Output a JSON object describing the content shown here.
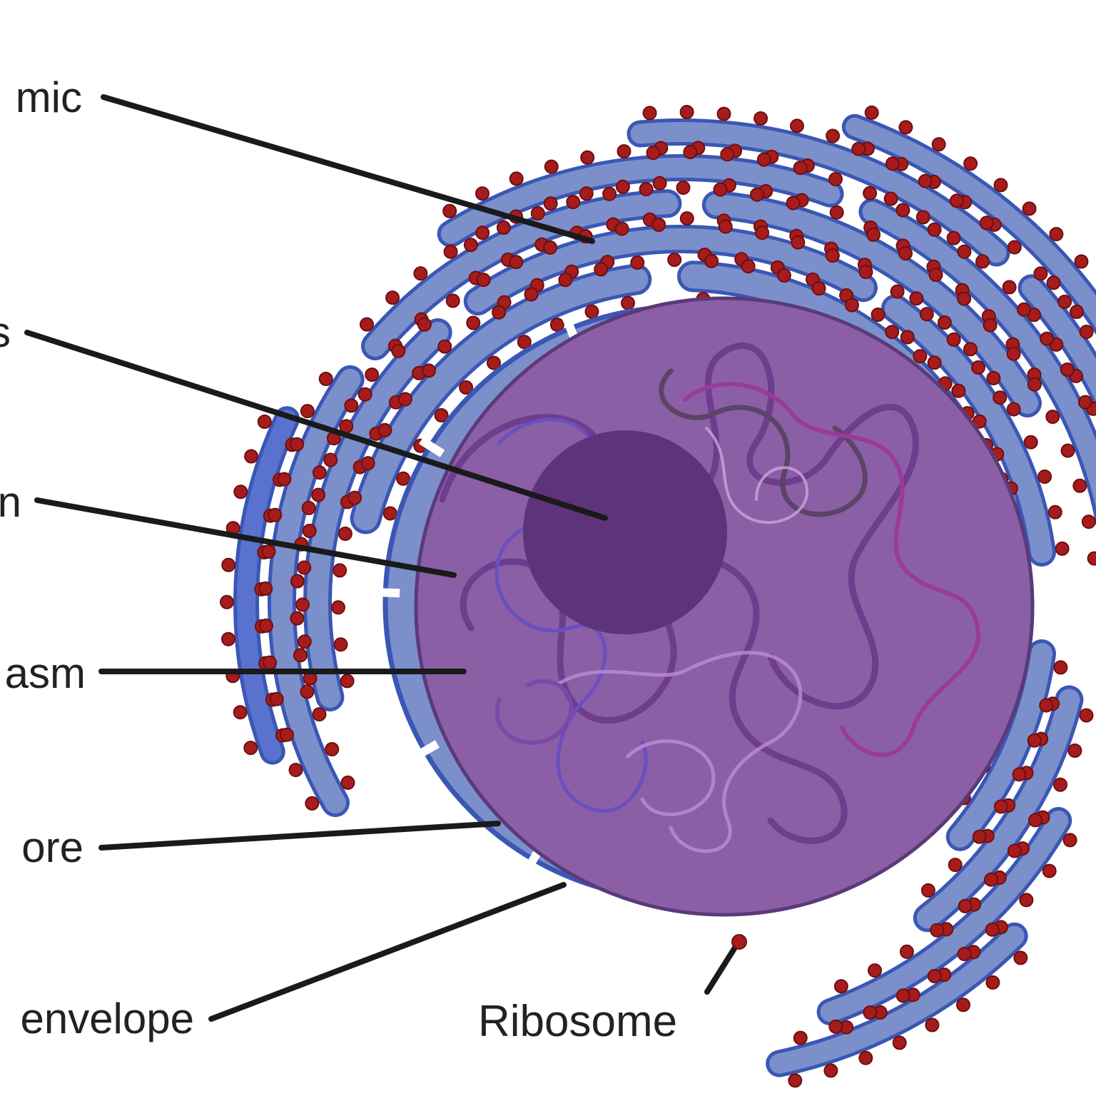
{
  "labels": {
    "er": "mic",
    "nucleolus": "s",
    "chromatin": "n",
    "nucleoplasm": "asm",
    "nuclear_pore": "ore",
    "nuclear_envelope": "envelope",
    "ribosome": "Ribosome"
  },
  "colors": {
    "membrane_fill": "#7b8fcb",
    "membrane_stroke": "#3a57b5",
    "outer_er_fill": "#5a72cf",
    "ribosome_fill": "#a61c1c",
    "ribosome_stroke": "#6e0f0f",
    "nucleoplasm": "#8a5fa6",
    "nucleus_stroke": "#5a3a78",
    "nucleolus": "#5d3479",
    "leader_line": "#1a1a1a",
    "label_text": "#222222"
  }
}
